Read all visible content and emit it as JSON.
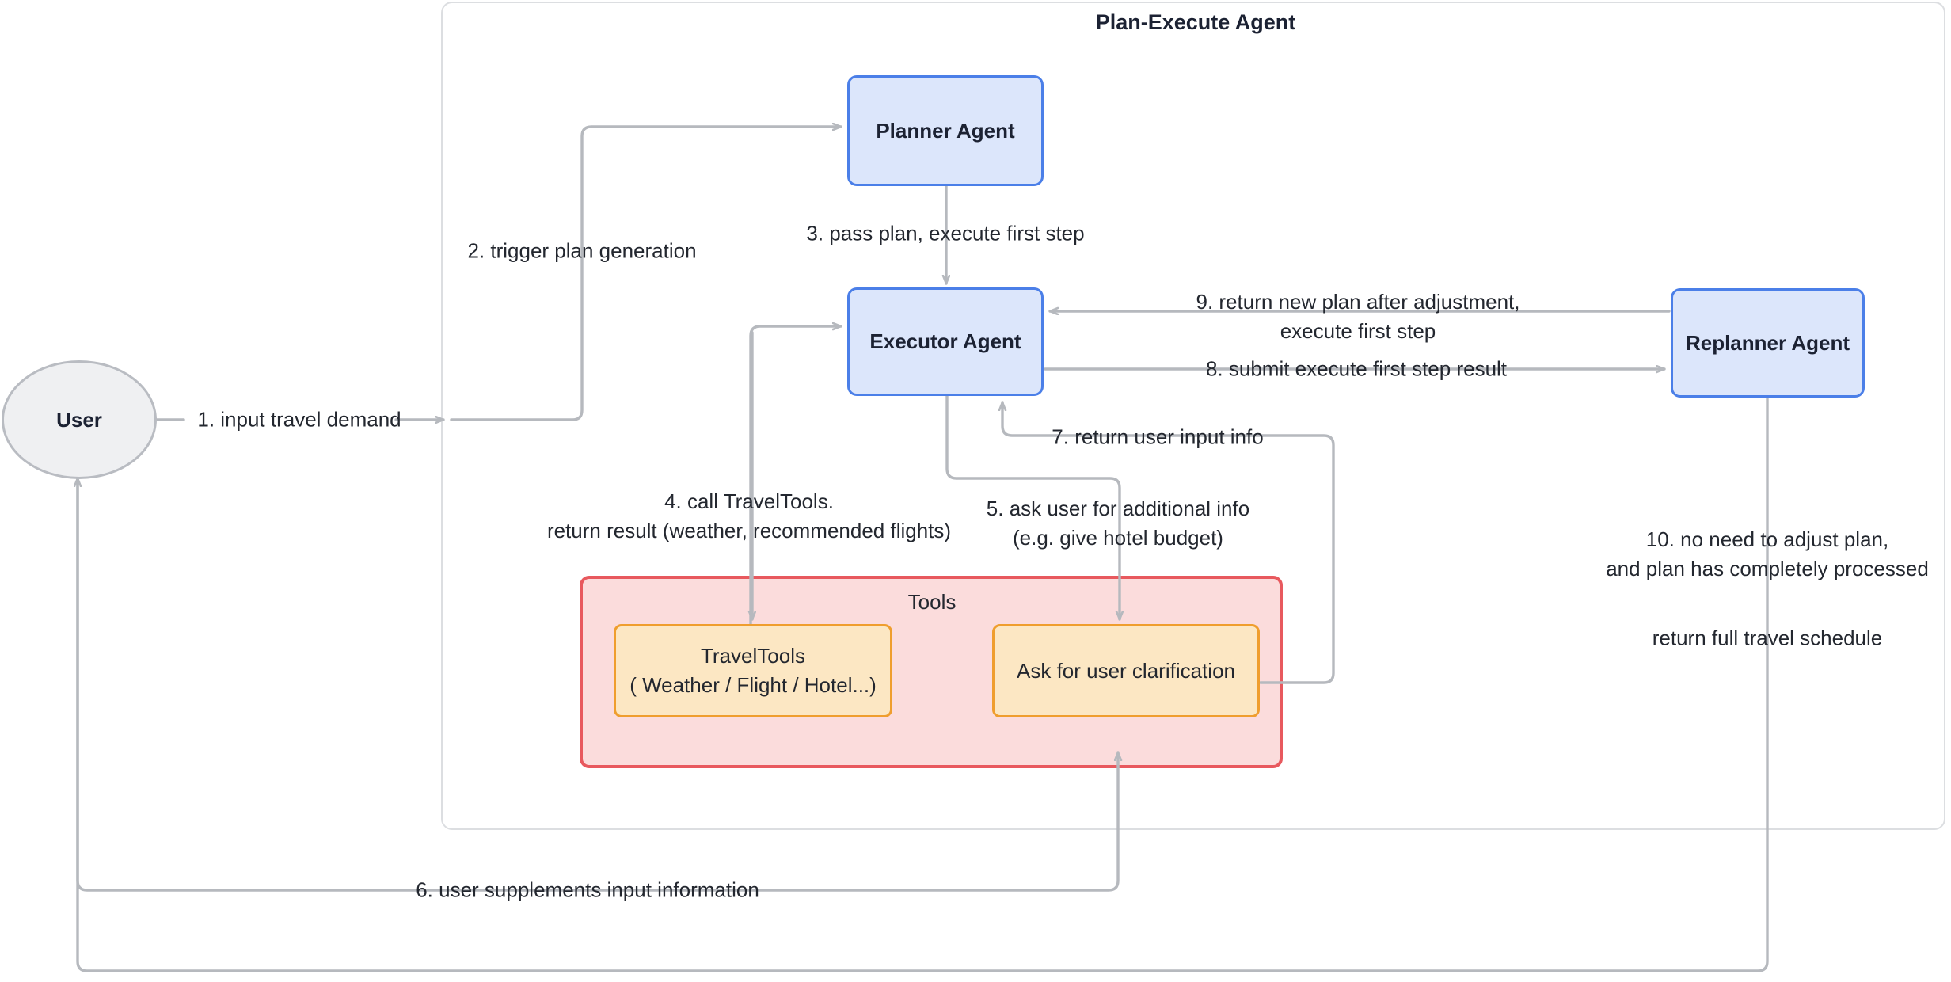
{
  "diagram": {
    "title": "Plan-Execute Agent",
    "tools_group_title": "Tools",
    "colors": {
      "agent_fill": "#dce6fb",
      "agent_stroke": "#4b7fe8",
      "user_fill": "#eff0f2",
      "user_stroke": "#b9bcc2",
      "tools_group_fill": "#fbdcdc",
      "tools_group_stroke": "#e8595e",
      "tool_fill": "#fce7c3",
      "tool_stroke": "#ef9e2e",
      "wire": "#b6b9be",
      "container_stroke": "#dcdee1",
      "text": "#23272f"
    }
  },
  "nodes": {
    "user": "User",
    "planner": "Planner Agent",
    "executor": "Executor Agent",
    "replanner": "Replanner Agent",
    "travel_tools_line1": "TravelTools",
    "travel_tools_line2": "( Weather / Flight / Hotel...)",
    "ask_clarification": "Ask for user clarification"
  },
  "edges": [
    {
      "id": "e1",
      "label": "1. input travel demand"
    },
    {
      "id": "e2",
      "label": "2. trigger plan generation"
    },
    {
      "id": "e3",
      "label": "3. pass plan, execute first step"
    },
    {
      "id": "e4",
      "label": "4. call TravelTools.\nreturn result (weather, recommended flights)"
    },
    {
      "id": "e5",
      "label": "5. ask user for additional info\n(e.g. give hotel budget)"
    },
    {
      "id": "e6",
      "label": "6. user supplements input information"
    },
    {
      "id": "e7",
      "label": "7. return user input info"
    },
    {
      "id": "e8",
      "label": "8. submit execute first step result"
    },
    {
      "id": "e9",
      "label": "9. return new plan after adjustment,\nexecute first step"
    },
    {
      "id": "e10",
      "label": "10. no need to adjust plan,\nand plan has completely processed"
    },
    {
      "id": "e11",
      "label": "return full travel schedule"
    }
  ]
}
